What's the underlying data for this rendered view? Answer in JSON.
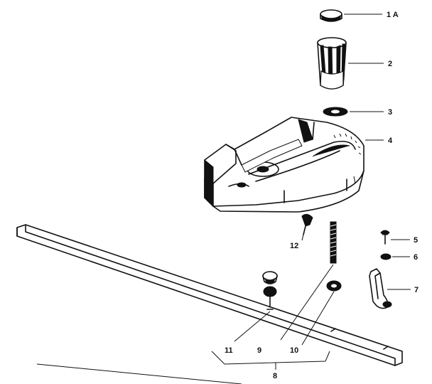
{
  "callouts": {
    "c1a": "1 A",
    "c2": "2",
    "c3": "3",
    "c4": "4",
    "c5": "5",
    "c6": "6",
    "c7": "7",
    "c8": "8",
    "c9": "9",
    "c10": "10",
    "c11": "11",
    "c12": "12"
  }
}
